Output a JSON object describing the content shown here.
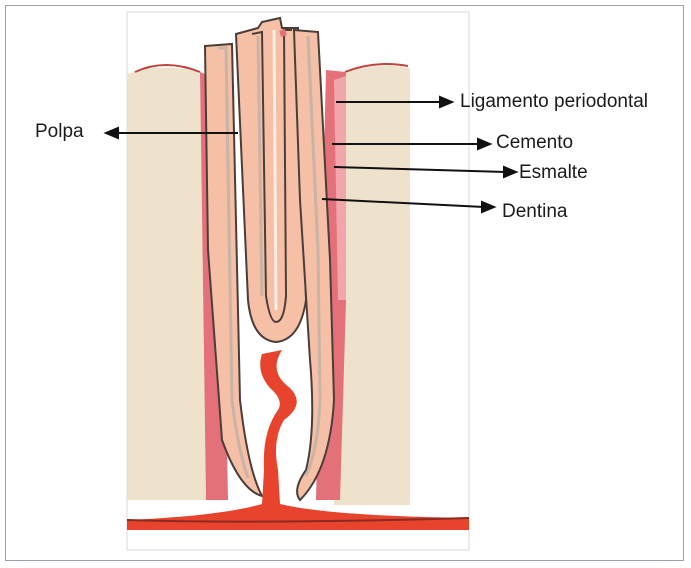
{
  "labels": {
    "polpa": "Polpa",
    "ligamento": "Ligamento periodontal",
    "cemento": "Cemento",
    "esmalte": "Esmalte",
    "dentina": "Dentina"
  },
  "colors": {
    "bone": "#efe2cc",
    "ligament": "#e4717a",
    "ligament_light": "#f2a6ab",
    "dentin": "#f6c0a6",
    "enamel_stripe": "#c9b3a7",
    "outline": "#4a3e3a",
    "pulp_vessel": "#e8432c",
    "arrow": "#111111"
  }
}
